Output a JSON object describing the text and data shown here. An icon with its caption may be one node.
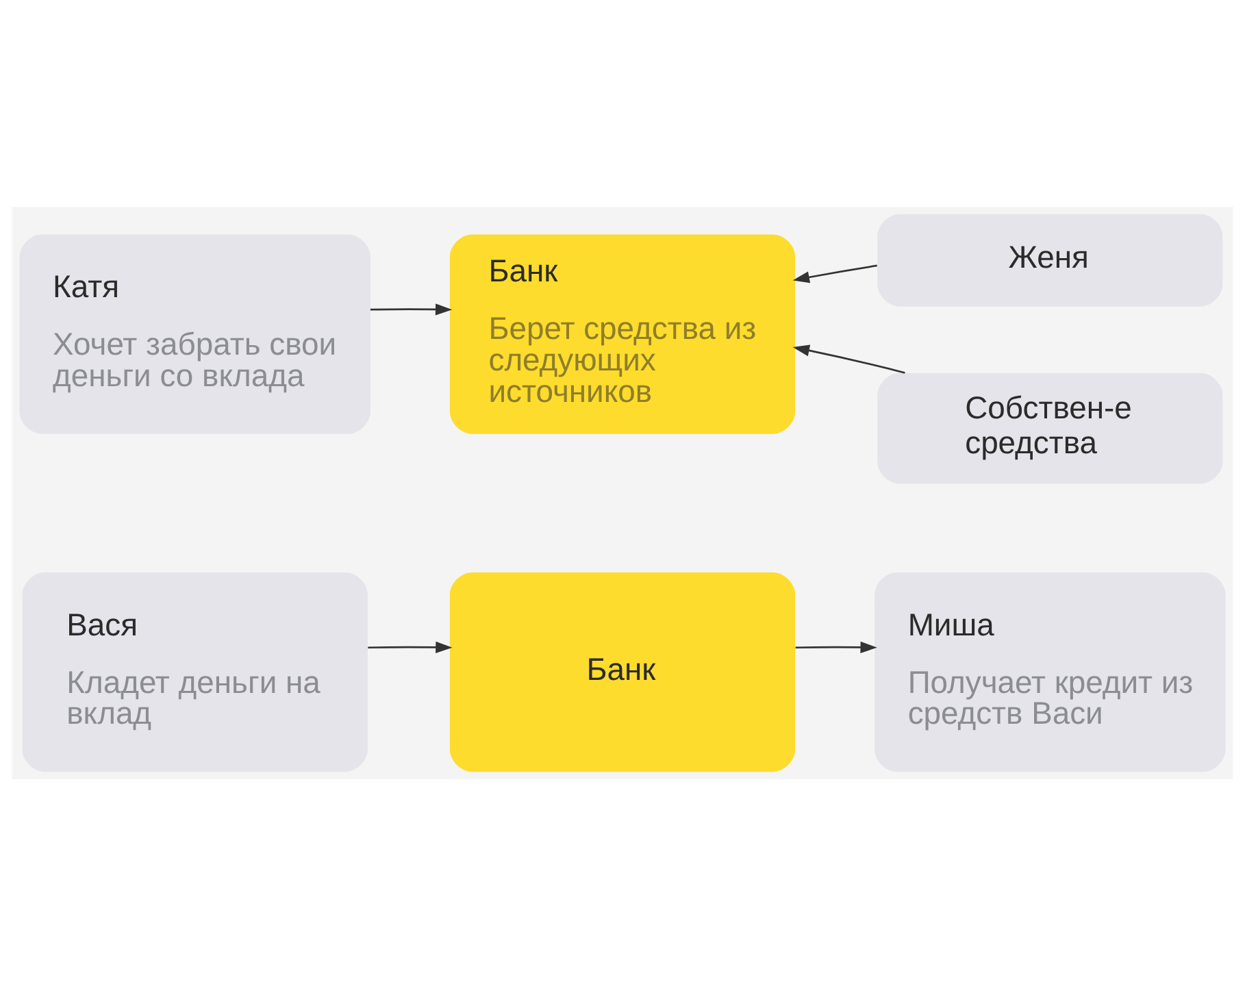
{
  "diagram": {
    "nodes": [
      {
        "text": [
          "Вася",
          "Кладет деньги на вклад"
        ]
      },
      {
        "text": [
          "Банк"
        ]
      },
      {
        "text": [
          "Миша",
          "Получает кредит из средств Васи"
        ]
      },
      {
        "text": [
          "Катя",
          "Хочет забрать свои деньги со вклада"
        ]
      },
      {
        "text": [
          "Банк",
          "Берет средства из следующих источников"
        ]
      },
      {
        "text": [
          "Женя"
        ]
      },
      {
        "text": [
          "Собствен-е средства"
        ]
      }
    ],
    "edges": [
      {
        "from": 0,
        "to": 1,
        "arrow": "to"
      },
      {
        "from": 1,
        "to": 2,
        "arrow": "to"
      },
      {
        "from": 3,
        "to": 4,
        "arrow": "to"
      },
      {
        "from": 5,
        "to": 4,
        "arrow": "to"
      },
      {
        "from": 6,
        "to": 4,
        "arrow": "to"
      }
    ]
  }
}
